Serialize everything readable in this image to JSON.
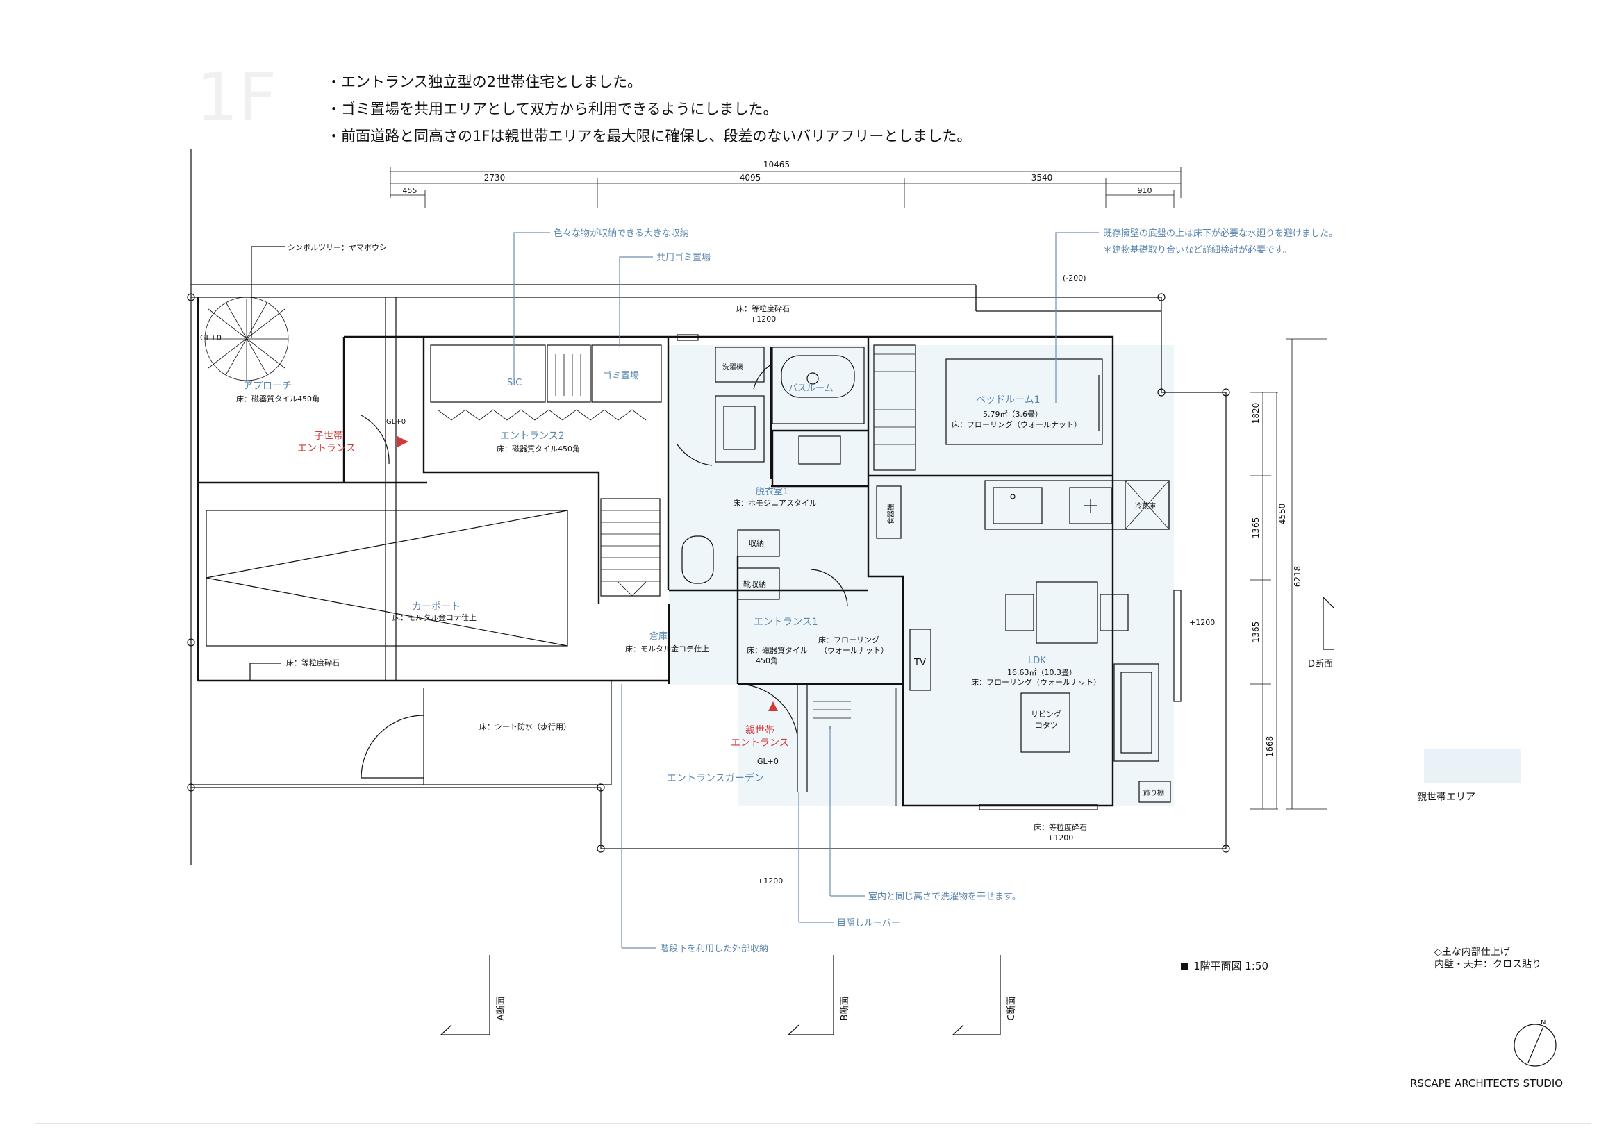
{
  "header": {
    "floor_label": "1F",
    "notes": [
      "・エントランス独立型の2世帯住宅としました。",
      "・ゴミ置場を共用エリアとして双方から利用できるようにしました。",
      "・前面道路と同高さの1Fは親世帯エリアを最大限に確保し、段差のないバリアフリーとしました。"
    ]
  },
  "dimensions": {
    "total": "10465",
    "top_row": [
      "2730",
      "4095",
      "3540"
    ],
    "small_left": "455",
    "small_right": "910",
    "right_outer": "6218",
    "right_mid": "4550",
    "right_segments": [
      "1820",
      "1365",
      "1365",
      "1668"
    ]
  },
  "annotations": {
    "symbol_tree": "シンボルツリー：ヤマボウシ",
    "storage_large": "色々な物が収納できる大きな収納",
    "shared_garbage": "共用ゴミ置場",
    "existing_retaining": "既存擁壁の底盤の上は床下が必要な水廻りを避けました。",
    "retaining_note": "＊建物基礎取り合いなど詳細検討が必要です。",
    "level_minus200": "(-200)",
    "gravel_top": "床：等粒度砕石",
    "plus1200_top": "+1200",
    "laundry_outdoor": "室内と同じ高さで洗濯物を干せます。",
    "louver": "目隠しルーバー",
    "under_stair_storage": "階段下を利用した外部収納",
    "plus1200_bottom": "+1200",
    "gravel_bottom": "床：等粒度砕石",
    "plus1200_bottom_right": "+1200",
    "plus1200_right": "+1200"
  },
  "rooms": {
    "approach": "アプローチ",
    "approach_floor": "床：磁器質タイル450角",
    "gl_approach": "GL+0",
    "child_entrance": [
      "子世帯",
      "エントランス"
    ],
    "gl_child": "GL+0",
    "sic": "SIC",
    "garbage": "ゴミ置場",
    "entrance2": "エントランス2",
    "entrance2_floor": "床：磁器質タイル450角",
    "carport": "カーポート",
    "carport_floor": "床：モルタル金コテ仕上",
    "gravel_left": "床：等粒度砕石",
    "sheet_waterproof": "床：シート防水（歩行用）",
    "storage_outdoor": "倉庫",
    "storage_outdoor_floor": "床：モルタル金コテ仕上",
    "laundry": "洗濯機",
    "bath": "バスルーム",
    "dressing": "脱衣室1",
    "dressing_floor": "床：ホモジニアスタイル",
    "storage1": "収納",
    "shoe_storage": "靴収納",
    "entrance1": "エントランス1",
    "entrance1_floor": [
      "床：フローリング",
      "（ウォールナット）"
    ],
    "tile_floor": [
      "床：磁器質タイル",
      "450角"
    ],
    "bedroom": "ベッドルーム1",
    "bedroom_area": "5.79㎡（3.6畳）",
    "bedroom_floor": "床：フローリング（ウォールナット）",
    "pantry": "食器棚",
    "fridge": "冷蔵庫",
    "tv": "TV",
    "ldk": "LDK",
    "ldk_area": "16.63㎡（10.3畳）",
    "ldk_floor": "床：フローリング（ウォールナット）",
    "kotatsu": [
      "リビング",
      "コタツ"
    ],
    "hanging_closet": "飾り棚",
    "parent_entrance": [
      "親世帯",
      "エントランス"
    ],
    "gl_parent": "GL+0",
    "entrance_garden": "エントランスガーデン"
  },
  "sections": {
    "a": "A断面",
    "b": "B断面",
    "c": "C断面",
    "d": "D断面"
  },
  "legend": {
    "parent_area_label": "親世帯エリア",
    "parent_area_color": "#e9f3f7",
    "plan_title": "1階平面図 1:50",
    "finish_title": "◇主な内部仕上げ",
    "finish_detail": "内壁・天井：クロス貼り",
    "north": "N",
    "studio": "RSCAPE ARCHITECTS STUDIO"
  }
}
